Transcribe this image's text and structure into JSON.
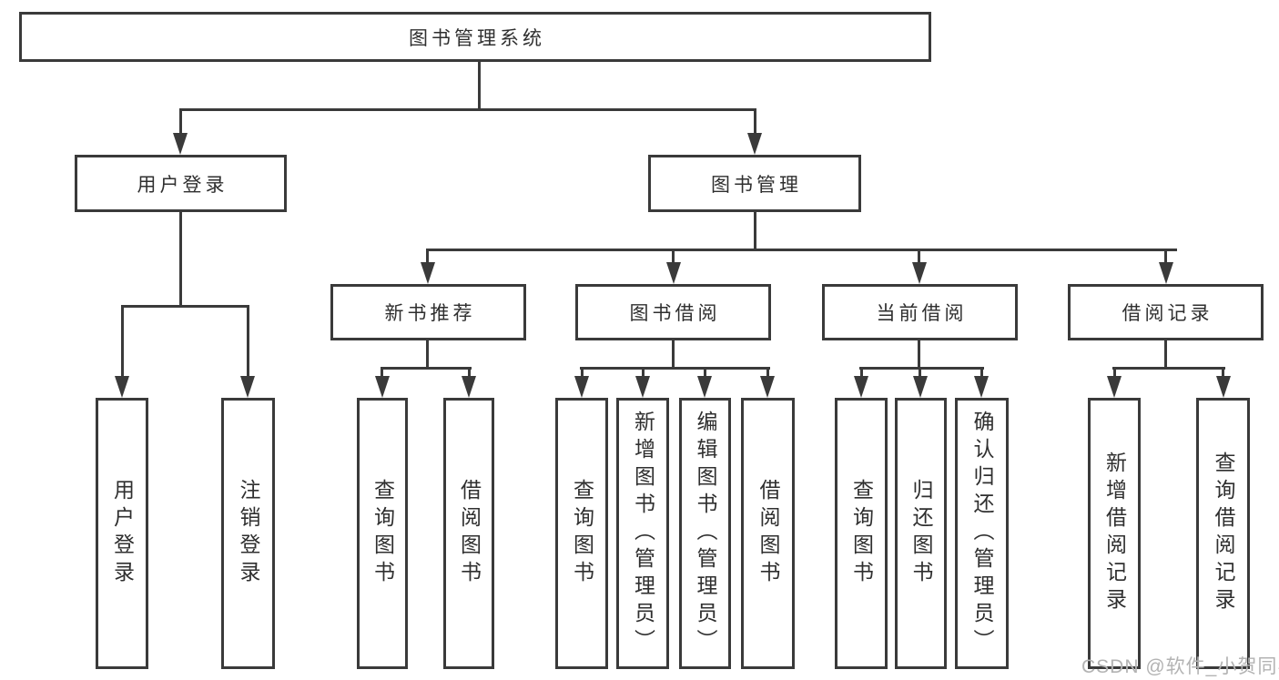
{
  "diagram": {
    "title": "图书管理系统",
    "tree": {
      "root": {
        "label": "图书管理系统"
      },
      "children": [
        {
          "label": "用户登录",
          "children": [
            {
              "label": "用户登录"
            },
            {
              "label": "注销登录"
            }
          ]
        },
        {
          "label": "图书管理",
          "children": [
            {
              "label": "新书推荐",
              "children": [
                {
                  "label": "查询图书"
                },
                {
                  "label": "借阅图书"
                }
              ]
            },
            {
              "label": "图书借阅",
              "children": [
                {
                  "label": "查询图书"
                },
                {
                  "label": "新增图书（管理员）"
                },
                {
                  "label": "编辑图书（管理员）"
                },
                {
                  "label": "借阅图书"
                }
              ]
            },
            {
              "label": "当前借阅",
              "children": [
                {
                  "label": "查询图书"
                },
                {
                  "label": "归还图书"
                },
                {
                  "label": "确认归还（管理员）"
                }
              ]
            },
            {
              "label": "借阅记录",
              "children": [
                {
                  "label": "新增借阅记录"
                },
                {
                  "label": "查询借阅记录"
                }
              ]
            }
          ]
        }
      ]
    },
    "watermark": "CSDN @软件_小贺同学"
  },
  "colors": {
    "line": "#3a3a3a",
    "text": "#2f2f2f",
    "watermark": "#b3b3b3",
    "background": "#ffffff"
  }
}
